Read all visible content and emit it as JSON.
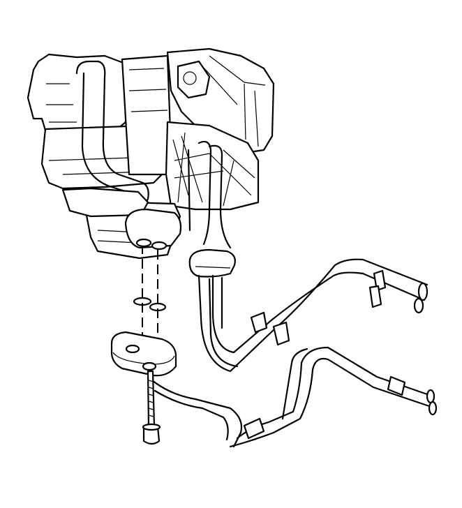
{
  "figure": {
    "kind": "exploded-view-line-drawing",
    "colors": {
      "ink": "#000000",
      "paper": "#ffffff",
      "shade": "#f3f3f3"
    },
    "parts": [
      "hvac-module-housing",
      "heater-core-pipe-assembly",
      "heater-hoses",
      "pipe-retaining-bracket",
      "seal-rings",
      "mounting-bolt"
    ]
  }
}
